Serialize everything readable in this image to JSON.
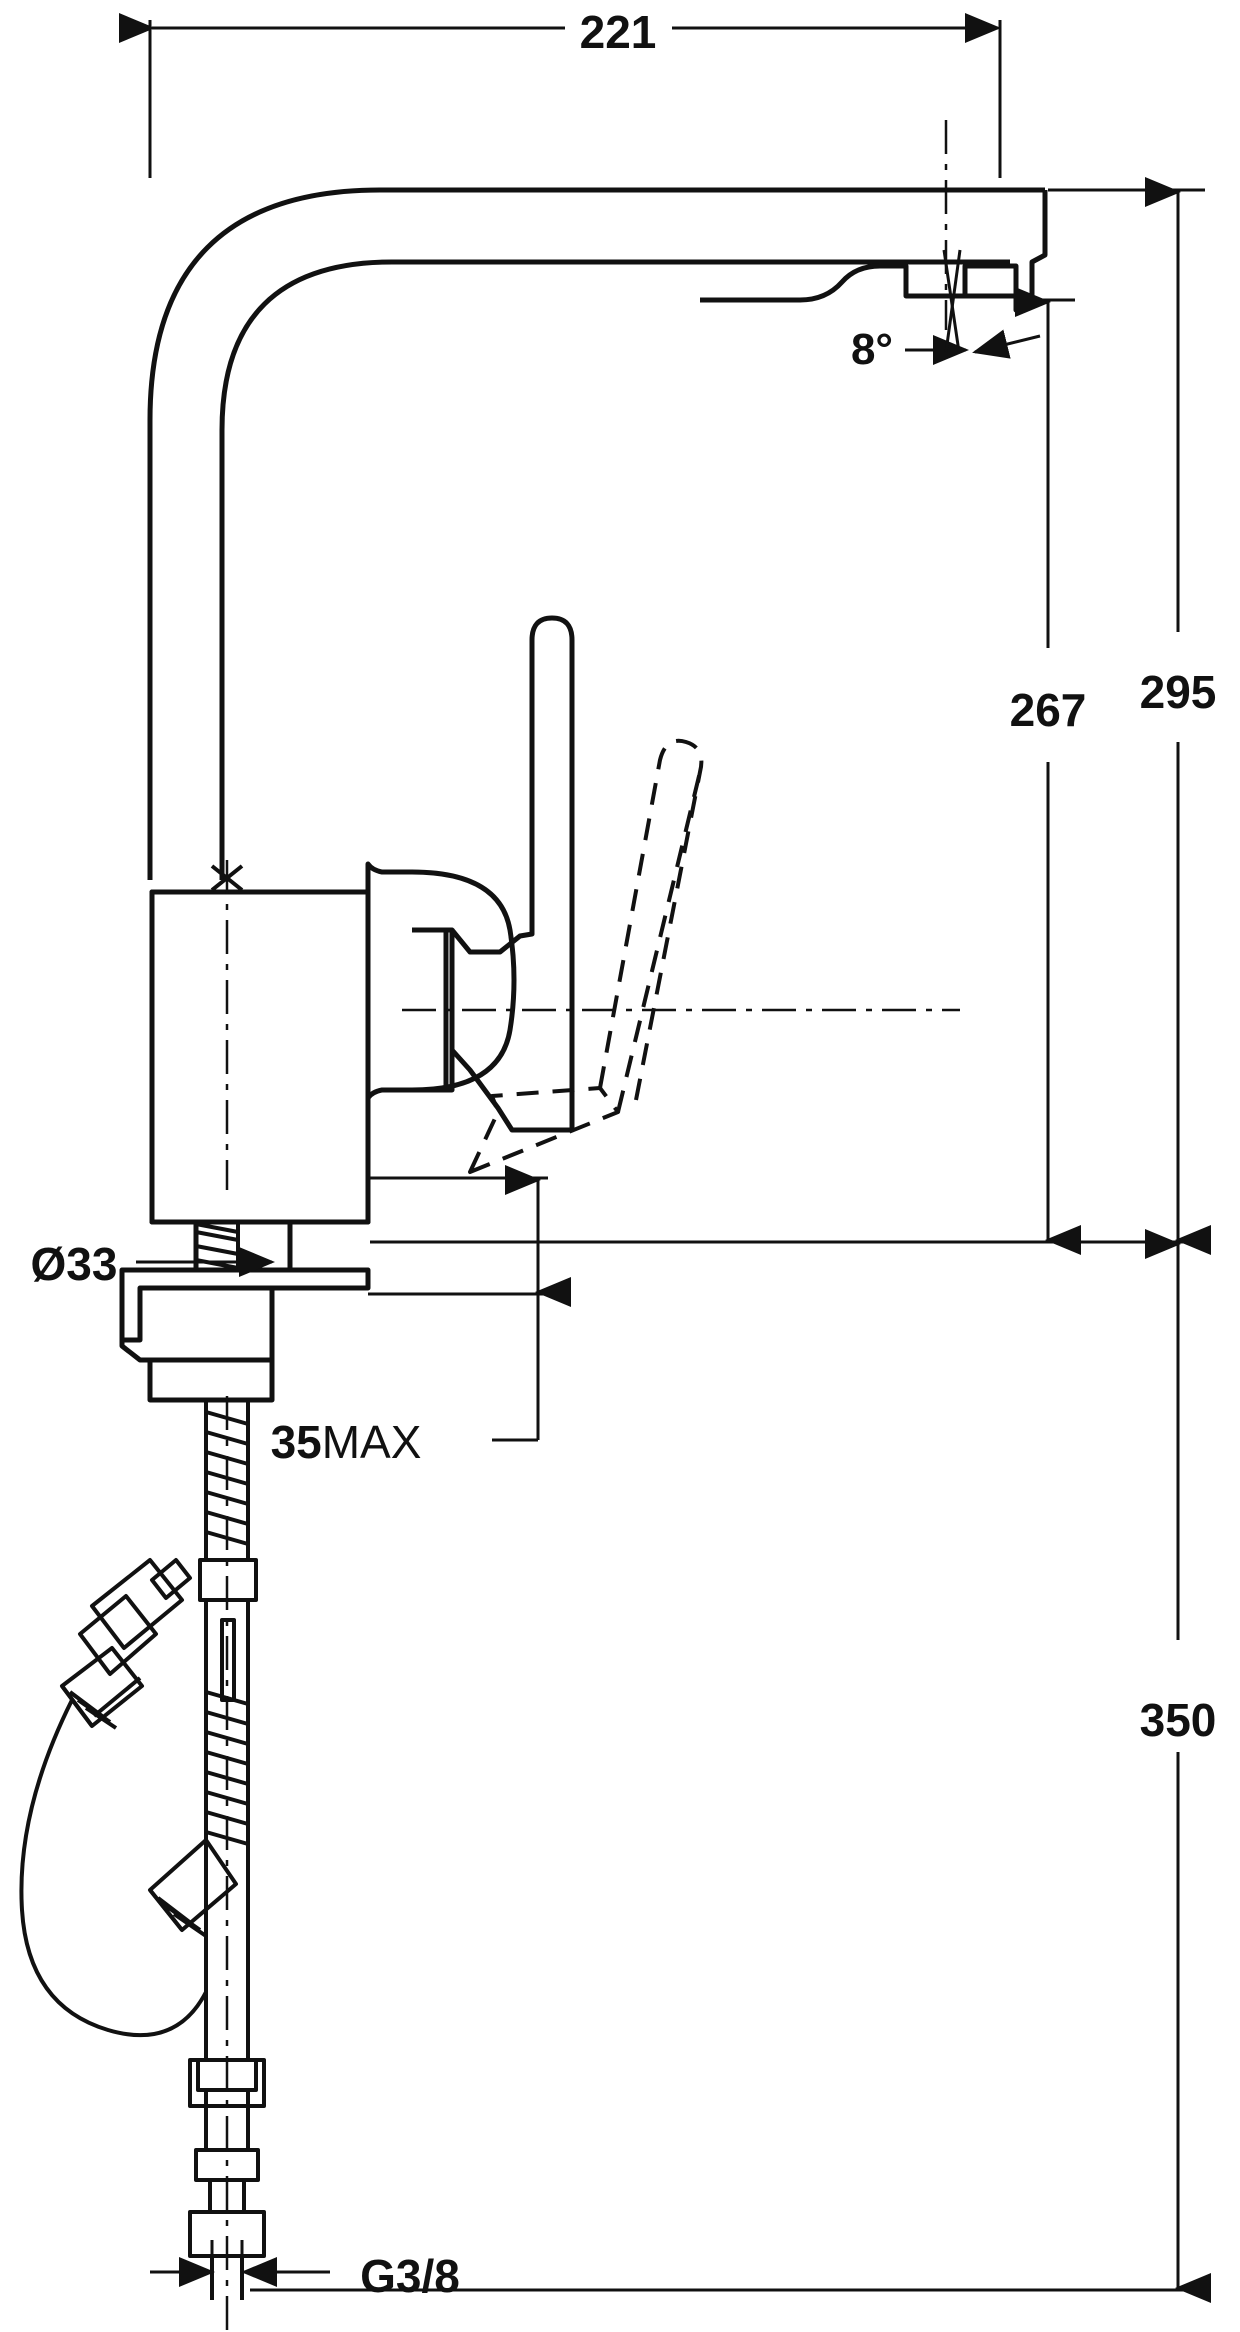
{
  "drawing": {
    "title": "Kitchen mixer tap dimensional drawing",
    "units": "mm",
    "line_color": "#111111",
    "background_color": "#ffffff"
  },
  "dimensions": {
    "spout_reach": {
      "label": "221",
      "name": "spout-reach-dimension",
      "orientation": "horizontal",
      "position": "top"
    },
    "aerator_angle": {
      "label": "8°",
      "name": "aerator-angle-dimension",
      "orientation": "angular"
    },
    "spout_height": {
      "label": "267",
      "name": "spout-outlet-height-dimension",
      "orientation": "vertical"
    },
    "total_height": {
      "label": "295",
      "name": "total-height-dimension",
      "orientation": "vertical"
    },
    "mounting_hole": {
      "label": "Ø33",
      "name": "mounting-hole-diameter-dimension",
      "orientation": "horizontal-leader"
    },
    "max_deck_thickness": {
      "label_value": "35",
      "label_suffix": "MAX",
      "label": "35MAX",
      "name": "max-deck-thickness-dimension",
      "orientation": "vertical"
    },
    "overall_length": {
      "label": "350",
      "name": "overall-length-dimension",
      "orientation": "vertical"
    },
    "thread_size": {
      "label": "G3/8",
      "name": "supply-thread-size-dimension",
      "orientation": "horizontal-leader"
    }
  },
  "parts": [
    {
      "name": "spout-arm",
      "label": "Spout arm"
    },
    {
      "name": "spout-outlet-aerator",
      "label": "Pull-out spray head / aerator"
    },
    {
      "name": "faucet-body",
      "label": "Faucet body"
    },
    {
      "name": "lever-handle",
      "label": "Lever handle"
    },
    {
      "name": "lever-handle-open-position",
      "label": "Lever handle open position (dashed)"
    },
    {
      "name": "deck-mounting-flange",
      "label": "Deck mounting flange"
    },
    {
      "name": "mounting-stud-and-nut",
      "label": "Mounting stud and nut"
    },
    {
      "name": "pull-out-hose",
      "label": "Pull-out hose"
    },
    {
      "name": "hose-weight",
      "label": "Hose counterweight"
    },
    {
      "name": "flexible-supply-hose",
      "label": "Flexible supply hose"
    },
    {
      "name": "supply-connector-nut",
      "label": "Supply connector nut"
    },
    {
      "name": "centre-line",
      "label": "Centre line"
    }
  ]
}
